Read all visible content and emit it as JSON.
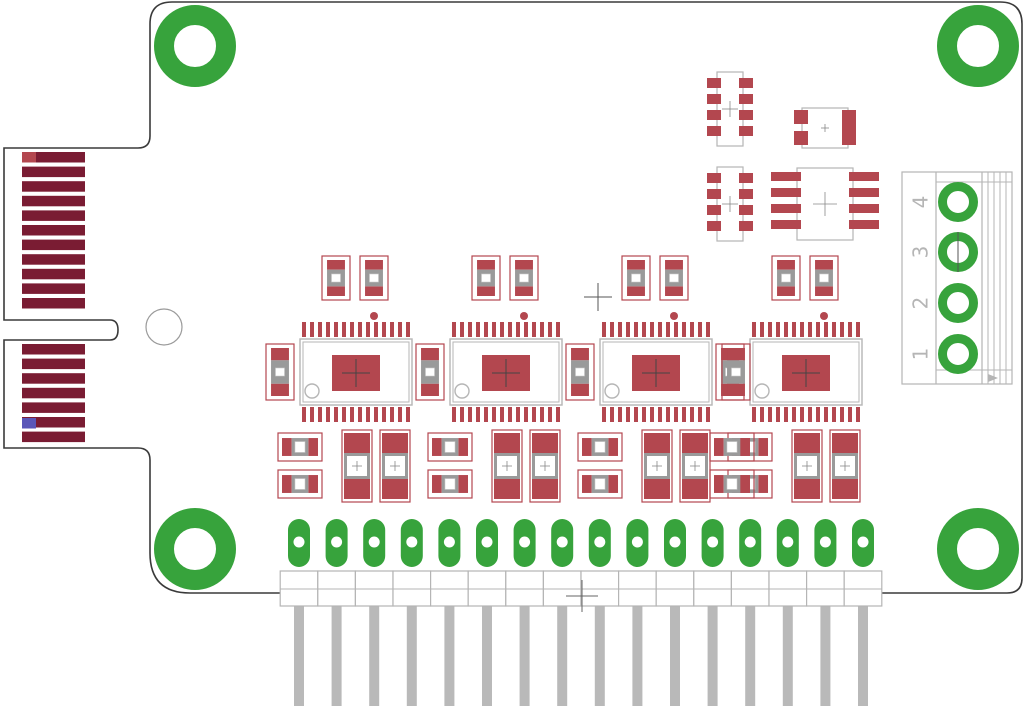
{
  "colors": {
    "background": "#ffffff",
    "outline": "#3a3a3a",
    "silkscreen": "#b5b5b5",
    "pad": "#b3474f",
    "pad_dark": "#7a1c33",
    "finger_blue": "#5a56b8",
    "plated_hole": "#37a33c",
    "pin_metal": "#b9b9b9"
  },
  "terminal_block": {
    "pin_labels": [
      "4",
      "3",
      "2",
      "1"
    ]
  },
  "edge_connector": {
    "finger_icon": "gold-finger-icon"
  },
  "pin_header": {
    "pin_icon": "header-pin-icon"
  },
  "mounting_holes": {
    "icon": "mounting-hole-icon"
  }
}
